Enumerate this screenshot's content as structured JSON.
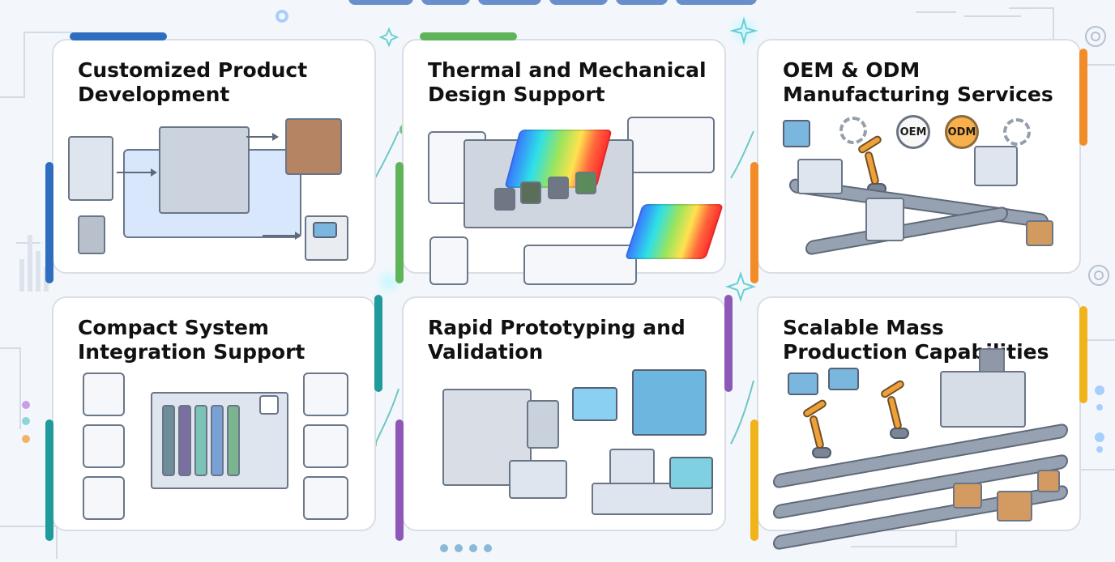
{
  "sections": [
    {
      "title": "Customized Product Development",
      "accent": "#2f6dbf"
    },
    {
      "title": "Thermal and Mechanical Design Support",
      "accent": "#5fb45a"
    },
    {
      "title": "OEM & ODM Manufacturing Services",
      "accent": "#f28c28",
      "badges": [
        "OEM",
        "ODM"
      ]
    },
    {
      "title": "Compact System Integration Support",
      "accent": "#1f9b9b"
    },
    {
      "title": "Rapid Prototyping and Validation",
      "accent": "#8e58b8"
    },
    {
      "title": "Scalable Mass Production Capabilities",
      "accent": "#f1b31a"
    }
  ]
}
